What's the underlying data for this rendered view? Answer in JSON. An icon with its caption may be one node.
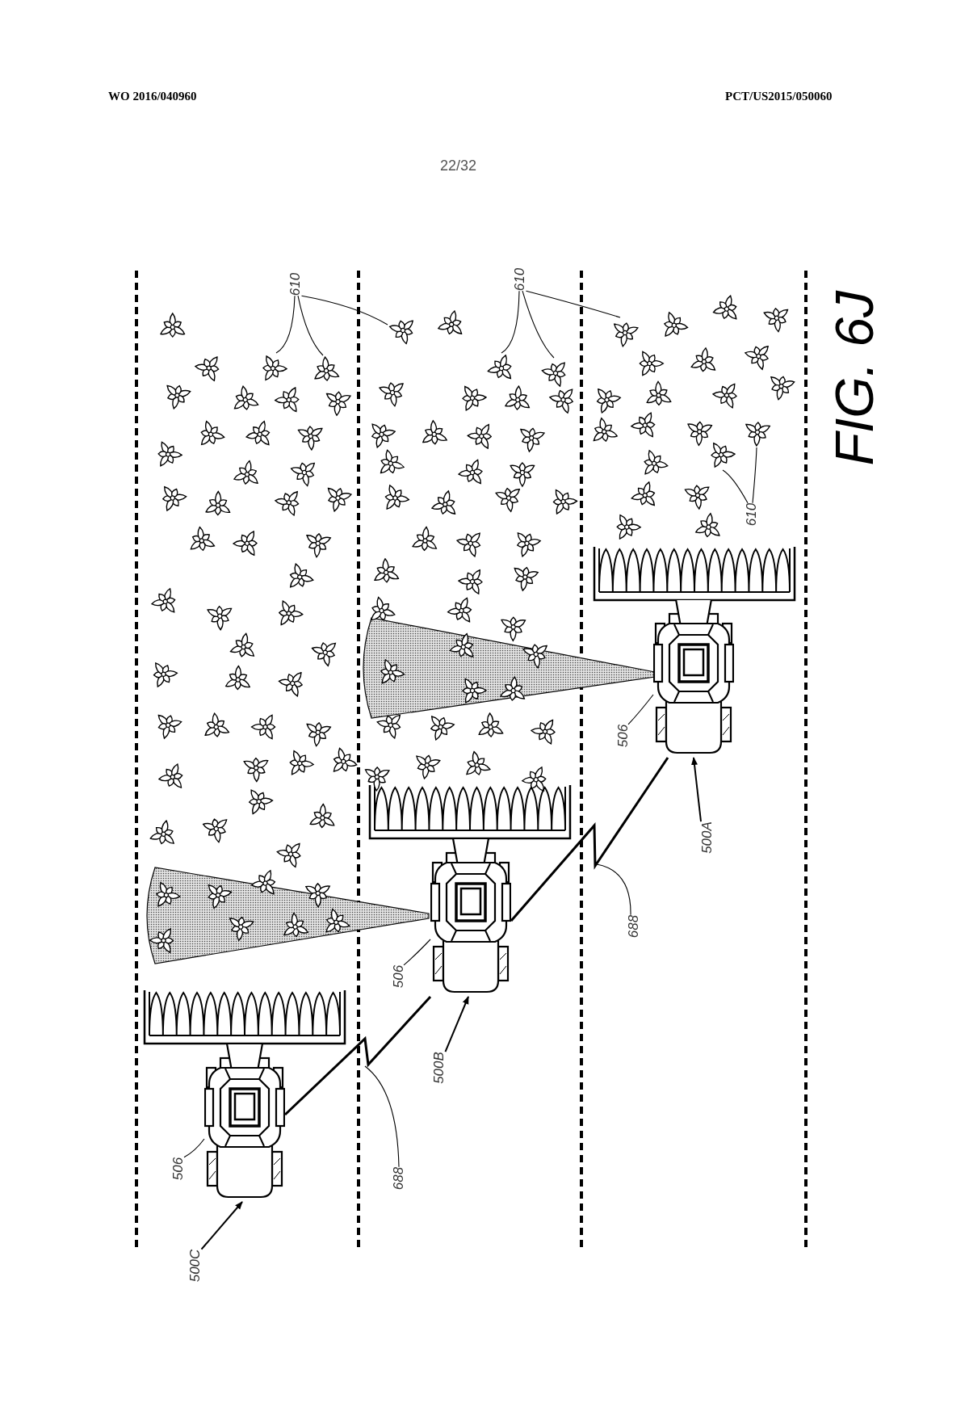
{
  "diagram": {
    "nodes": [
      {
        "text": [
          "610"
        ]
      },
      {
        "text": [
          "610"
        ]
      },
      {
        "text": [],
        "shape": "picture"
      },
      {
        "text": [],
        "shape": "picture"
      },
      {
        "text": [],
        "shape": "picture"
      },
      {
        "text": [],
        "shape": "picture"
      },
      {
        "text": [],
        "shape": "picture"
      },
      {
        "text": [],
        "shape": "picture"
      },
      {
        "text": [],
        "shape": "picture"
      },
      {
        "text": [],
        "shape": "picture"
      },
      {
        "text": [
          "610"
        ]
      },
      {
        "text": [],
        "shape": "picture"
      },
      {
        "text": [
          "506"
        ]
      },
      {
        "text": [],
        "shape": "picture"
      },
      {
        "text": [
          "500A"
        ]
      },
      {
        "text": [
          "688"
        ]
      },
      {
        "text": [
          "506"
        ]
      },
      {
        "text": [],
        "shape": "picture"
      },
      {
        "text": [
          "500B"
        ]
      },
      {
        "text": [
          "506"
        ]
      },
      {
        "text": [
          "688"
        ]
      },
      {
        "text": [
          "500C"
        ]
      }
    ],
    "edges": [
      {
        "from": 0,
        "to": 2,
        "arrow": "none"
      },
      {
        "from": 0,
        "to": 4,
        "arrow": "none"
      },
      {
        "from": 0,
        "to": 5,
        "arrow": "none"
      },
      {
        "from": 1,
        "to": 3,
        "arrow": "none"
      },
      {
        "from": 1,
        "to": 6,
        "arrow": "none"
      },
      {
        "from": 1,
        "to": 7,
        "arrow": "none"
      },
      {
        "from": 10,
        "to": 8,
        "arrow": "none"
      },
      {
        "from": 10,
        "to": 9,
        "arrow": "none"
      },
      {
        "from": 12,
        "to": 11,
        "arrow": "none"
      },
      {
        "from": 14,
        "to": 11,
        "arrow": "to"
      },
      {
        "from": 13,
        "to": 11,
        "arrow": "none"
      },
      {
        "from": 15,
        "to": null,
        "arrow": "none"
      },
      {
        "from": 16,
        "to": 13,
        "arrow": "none"
      },
      {
        "from": 18,
        "to": 13,
        "arrow": "to"
      },
      {
        "from": 17,
        "to": 13,
        "arrow": "none"
      },
      {
        "from": 19,
        "to": 17,
        "arrow": "none"
      },
      {
        "from": 20,
        "to": null,
        "arrow": "none"
      },
      {
        "from": 21,
        "to": 17,
        "arrow": "to"
      }
    ],
    "labels": [
      "WO 2016/040960",
      "PCT/US2015/050060",
      "22/32",
      "FIG. 6J"
    ]
  }
}
